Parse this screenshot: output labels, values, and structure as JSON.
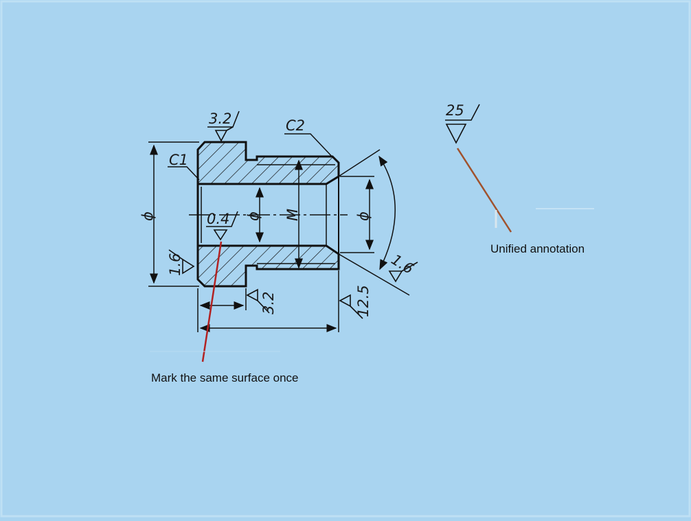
{
  "drawing": {
    "roughness_top": "3.2",
    "chamfer_left": "C1",
    "chamfer_right": "C2",
    "roughness_bore": "0.4",
    "roughness_left_face": "1.6",
    "roughness_shoulder": "3.2",
    "roughness_right_face": "12.5",
    "roughness_taper": "1.6",
    "diameter_outer": "ϕ",
    "diameter_bore": "ϕ",
    "thread": "M",
    "diameter_right": "ϕ"
  },
  "annotations": {
    "unified_value": "25",
    "unified_label": "Unified annotation",
    "same_surface_label": "Mark the same surface once"
  },
  "colors": {
    "background": "#a9d4f0",
    "line": "#111111",
    "leader_red": "#b22222",
    "leader_brown": "#a0522d"
  }
}
